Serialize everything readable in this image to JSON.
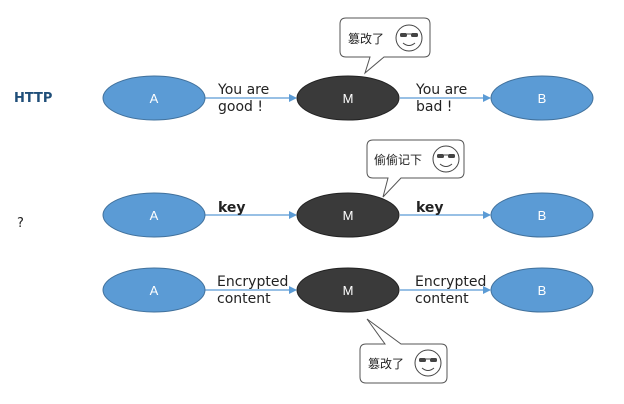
{
  "row_labels": {
    "http": "HTTP",
    "unknown": "?"
  },
  "rows": [
    {
      "left_node": "A",
      "middle_node": "M",
      "right_node": "B",
      "left_message": [
        "You are",
        "good !"
      ],
      "right_message": [
        "You are",
        "bad !"
      ],
      "bubble": {
        "text": "篡改了",
        "face": "sunglasses-smile-face"
      }
    },
    {
      "left_node": "A",
      "middle_node": "M",
      "right_node": "B",
      "left_message": [
        "key"
      ],
      "right_message": [
        "key"
      ],
      "bubble": {
        "text": "偷偷记下",
        "face": "sunglasses-smile-face"
      }
    },
    {
      "left_node": "A",
      "middle_node": "M",
      "right_node": "B",
      "left_message": [
        "Encrypted",
        "content"
      ],
      "right_message": [
        "Encrypted",
        "content"
      ],
      "bubble": {
        "text": "篡改了",
        "face": "sunglasses-smile-face"
      }
    }
  ],
  "colors": {
    "endpoint_fill": "#5b9bd5",
    "endpoint_stroke": "#41719c",
    "mitm_fill": "#3a3a3a",
    "arrow": "#5b9bd5",
    "http_label": "#1f4e79"
  }
}
